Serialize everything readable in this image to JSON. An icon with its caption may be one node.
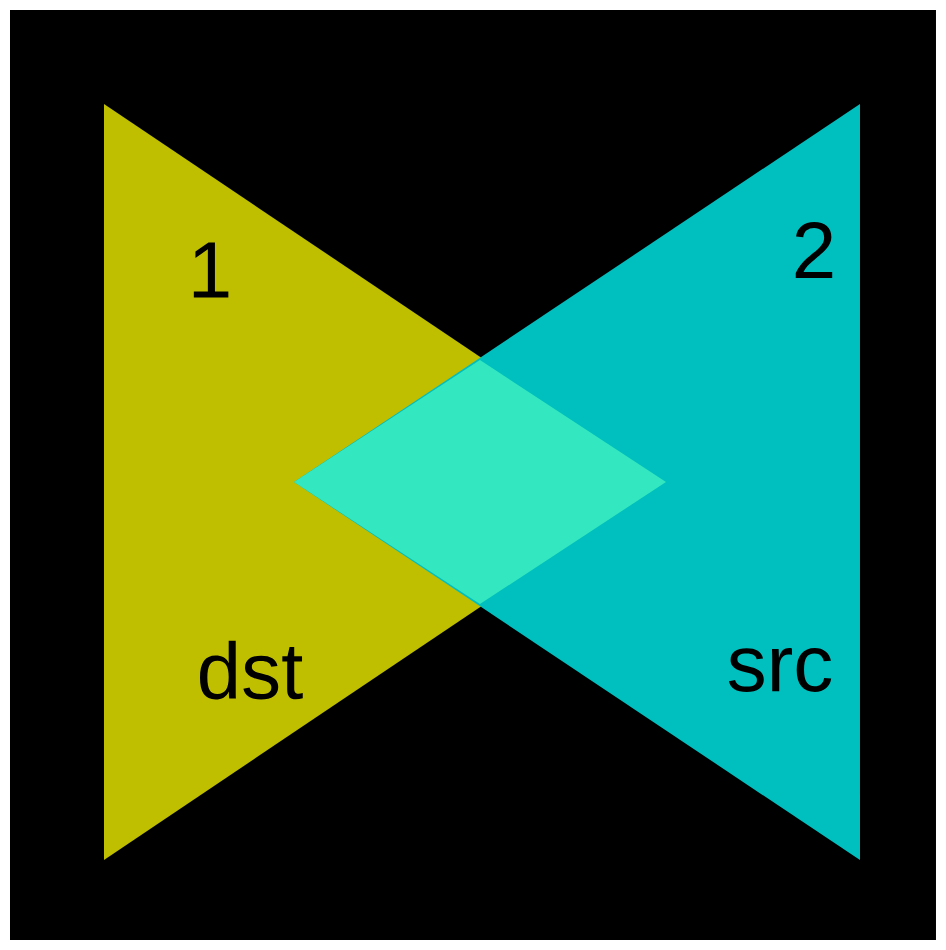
{
  "diagram": {
    "nodes": [
      {
        "text": [
          "1",
          "dst"
        ]
      },
      {
        "text": [
          "2",
          "src"
        ]
      }
    ]
  }
}
